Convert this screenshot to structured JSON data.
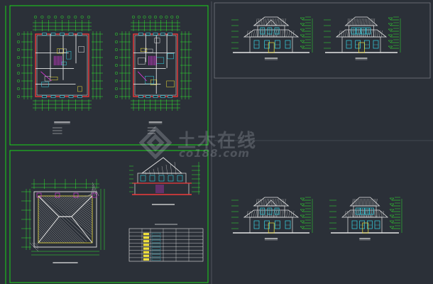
{
  "colors": {
    "background": "#2b3038",
    "frame_green": "#19d319",
    "line_green": "#2eea2e",
    "wall_red": "#f03a3a",
    "roof_white": "#e6e6e6",
    "cyan": "#38d8e8",
    "yellow": "#f2e23a",
    "magenta": "#e43ae4"
  },
  "watermark": {
    "brand_cn": "土木在线",
    "brand_en": "co188.com"
  },
  "sheets": [
    {
      "id": "floor-plans-sheet",
      "views": [
        "ground-floor-plan",
        "upper-floor-plan"
      ]
    },
    {
      "id": "roof-section-sheet",
      "views": [
        "roof-plan",
        "section-view",
        "legend-table"
      ]
    },
    {
      "id": "elevations-top-sheet",
      "views": [
        "front-elevation",
        "rear-elevation"
      ]
    },
    {
      "id": "elevations-bottom-sheet",
      "views": [
        "left-elevation",
        "right-elevation"
      ]
    }
  ]
}
